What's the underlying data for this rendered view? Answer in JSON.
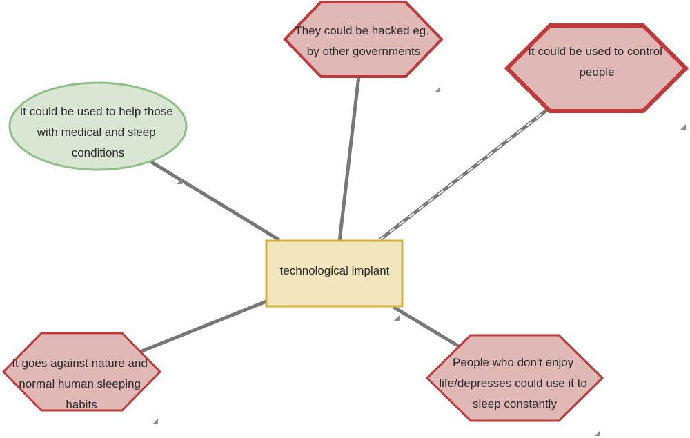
{
  "center": {
    "lines": [
      "technological implant"
    ],
    "fill": "#f3e6bf",
    "stroke": "#d4b13d"
  },
  "nodes": [
    {
      "id": "hacked",
      "shape": "hexagon",
      "lines": [
        "They could be hacked eg.",
        "by other governments"
      ],
      "fill": "#e0b9b7",
      "stroke": "#c0393b"
    },
    {
      "id": "control",
      "shape": "hexagon",
      "lines": [
        "It could be used to control",
        "people"
      ],
      "fill": "#e0b9b7",
      "stroke": "#c0393b"
    },
    {
      "id": "medical",
      "shape": "ellipse",
      "lines": [
        "It could be used to help those",
        "with medical and sleep",
        "conditions"
      ],
      "fill": "#d9e6d4",
      "stroke": "#8fbf88"
    },
    {
      "id": "nature",
      "shape": "hexagon",
      "lines": [
        "It goes against nature and",
        "normal human sleeping",
        "habits"
      ],
      "fill": "#e0b9b7",
      "stroke": "#c0393b"
    },
    {
      "id": "depressed",
      "shape": "hexagon",
      "lines": [
        "People who don't enjoy",
        "life/depresses could use it to",
        "sleep constantly"
      ],
      "fill": "#e0b9b7",
      "stroke": "#c0393b"
    }
  ],
  "connector_color": "#777777"
}
